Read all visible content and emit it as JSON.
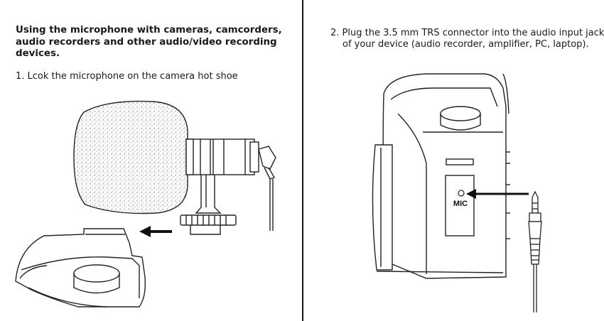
{
  "section_heading": "Using the microphone with cameras, camcorders, audio recorders and other audio/video recording devices.",
  "steps": [
    {
      "text": "1. Lcok the microphone on the camera hot shoe"
    },
    {
      "text": "2. Plug the 3.5 mm TRS connector into the audio input jack of your device (audio recorder, amplifier, PC, laptop)."
    }
  ],
  "figure2": {
    "jack_label": "MIC"
  },
  "icons": [
    "microphone-illustration",
    "camera-illustration",
    "arrow-left-icon",
    "trs-plug-illustration"
  ]
}
